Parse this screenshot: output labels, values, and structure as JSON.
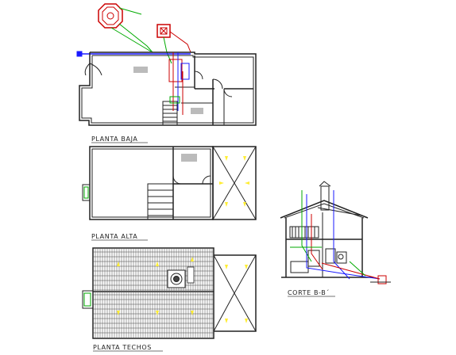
{
  "titles": {
    "planta_baja": "PLANTA BAJA",
    "planta_alta": "PLANTA ALTA",
    "planta_techos": "PLANTA TECHOS",
    "corte": "CORTE B-B´"
  },
  "colors": {
    "background": "#ffffff",
    "line": "#222222",
    "drainage_green": "#00aa00",
    "drainage_red": "#cc0000",
    "supply_blue": "#1a1aff",
    "slope_arrow": "#ffee33",
    "fixture_gray": "#999999"
  },
  "icons": [
    "slope-arrow-icon",
    "chimney-icon",
    "septic-tank-icon",
    "door-swing-icon"
  ]
}
